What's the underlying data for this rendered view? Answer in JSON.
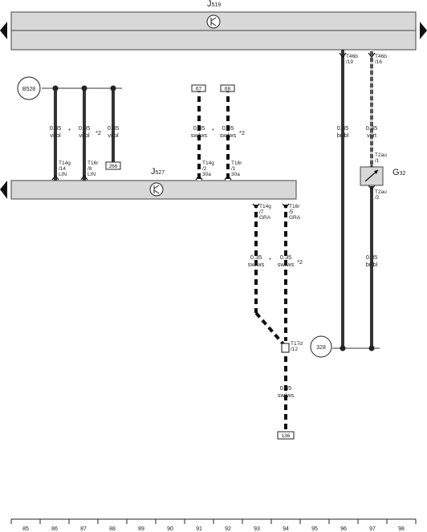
{
  "components": {
    "j519": {
      "letter": "J",
      "sub": "519"
    },
    "j527": {
      "letter": "J",
      "sub": "527"
    },
    "g32": {
      "letter": "G",
      "sub": "32"
    }
  },
  "ground_refs": {
    "b528": "B528",
    "c328": "328"
  },
  "ref_boxes": {
    "r266": "266",
    "r67": "67",
    "r68": "68",
    "r136": "136"
  },
  "wires": {
    "w86": {
      "size": "0.35",
      "color": "vi/bl"
    },
    "w87": {
      "size": "0.35",
      "color": "vi/bl"
    },
    "w88": {
      "size": "0.35",
      "color": "vi/bl"
    },
    "w91": {
      "size": "0.35",
      "color": "sw/ws"
    },
    "w92": {
      "size": "0.35",
      "color": "sw/ws"
    },
    "w93": {
      "size": "0.35",
      "color": "sw/ws"
    },
    "w94": {
      "size": "0.35",
      "color": "sw/ws"
    },
    "w94b": {
      "size": "0.35",
      "color": "sw/ws"
    },
    "w96": {
      "size": "0.35",
      "color": "br/bl"
    },
    "w97": {
      "size": "0.35",
      "color": "vi/rt"
    },
    "w97b": {
      "size": "0.35",
      "color": "br/bl"
    }
  },
  "markers": {
    "star": "*",
    "star2": "*2"
  },
  "pins": {
    "p86": {
      "l1": "T14g",
      "l2": "/14",
      "l3": "LIN"
    },
    "p87": {
      "l1": "T16r",
      "l2": "/8",
      "l3": "LIN"
    },
    "p91": {
      "l1": "T14g",
      "l2": "/2",
      "l3": "30a"
    },
    "p92": {
      "l1": "T16r",
      "l2": "/1",
      "l3": "30a"
    },
    "p93": {
      "l1": "T14g",
      "l2": "/7",
      "l3": "GRA"
    },
    "p94": {
      "l1": "T16r",
      "l2": "/5",
      "l3": "GRA"
    },
    "p96": {
      "l1": "T46b",
      "l2": "/19"
    },
    "p97": {
      "l1": "T46b",
      "l2": "/16"
    },
    "g32a": {
      "l1": "T2au",
      "l2": "/1"
    },
    "g32b": {
      "l1": "T2au",
      "l2": "/2"
    },
    "t17d": {
      "l1": "T17d",
      "l2": "/12"
    }
  },
  "grid_numbers": [
    "85",
    "86",
    "87",
    "88",
    "89",
    "90",
    "91",
    "92",
    "93",
    "94",
    "95",
    "96",
    "97",
    "98"
  ]
}
